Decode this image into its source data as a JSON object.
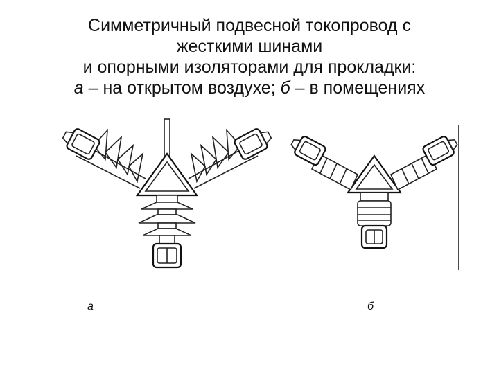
{
  "slide": {
    "title_line1": "Симметричный подвесной токопровод с",
    "title_line2": "жесткими шинами",
    "title_line3": "и опорными изоляторами для прокладки:",
    "title_line4_a": "а",
    "title_line4_mid": " – на открытом воздухе; ",
    "title_line4_b": "б",
    "title_line4_end": " – в помещениях"
  },
  "figures": [
    {
      "id": "a",
      "caption": "а"
    },
    {
      "id": "b",
      "caption": "б"
    }
  ],
  "colors": {
    "ink": "#222222",
    "background": "#ffffff"
  }
}
